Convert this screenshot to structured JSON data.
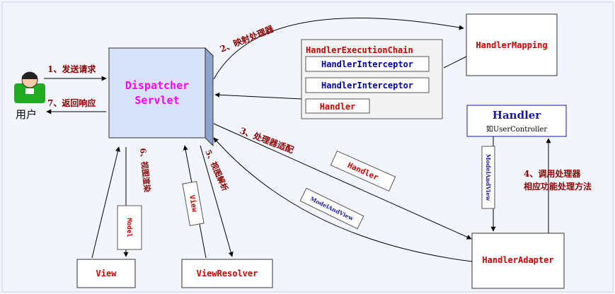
{
  "user": {
    "label": "用户"
  },
  "dispatcher": {
    "line1": "Dispatcher",
    "line2": "Servlet"
  },
  "handler_mapping": {
    "label": "HandlerMapping"
  },
  "execution_chain": {
    "title": "HandlerExecutionChain",
    "interceptor1": "HandlerInterceptor",
    "interceptor2": "HandlerInterceptor",
    "handler": "Handler"
  },
  "handler_box": {
    "title": "Handler",
    "subtitle": "如UserController"
  },
  "handler_adapter": {
    "label": "HandlerAdapter"
  },
  "view_resolver": {
    "label": "ViewResolver"
  },
  "view": {
    "label": "View"
  },
  "tags": {
    "handler": "Handler",
    "model_and_view_diag": "ModelAndView",
    "model_and_view_vert": "ModelAndView",
    "view_tag": "View",
    "model_tag": "Model"
  },
  "steps": {
    "s1": "1、发送请求",
    "s2": "2、映射处理器",
    "s3": "3、处理器适配",
    "s4a": "4、调用处理器",
    "s4b": "相应功能处理方法",
    "s5": "5、视图解析",
    "s6": "6、视图渲染",
    "s7": "7、返回响应"
  },
  "colors": {
    "background": "#f2f6fc",
    "step_text": "#8b0000",
    "box_text": "#cc0000",
    "interceptor_text": "#0000aa",
    "dispatcher_text": "#ff00ff",
    "dispatcher_fill": "#d8e2f8",
    "handler_title": "#1a1aa0"
  }
}
